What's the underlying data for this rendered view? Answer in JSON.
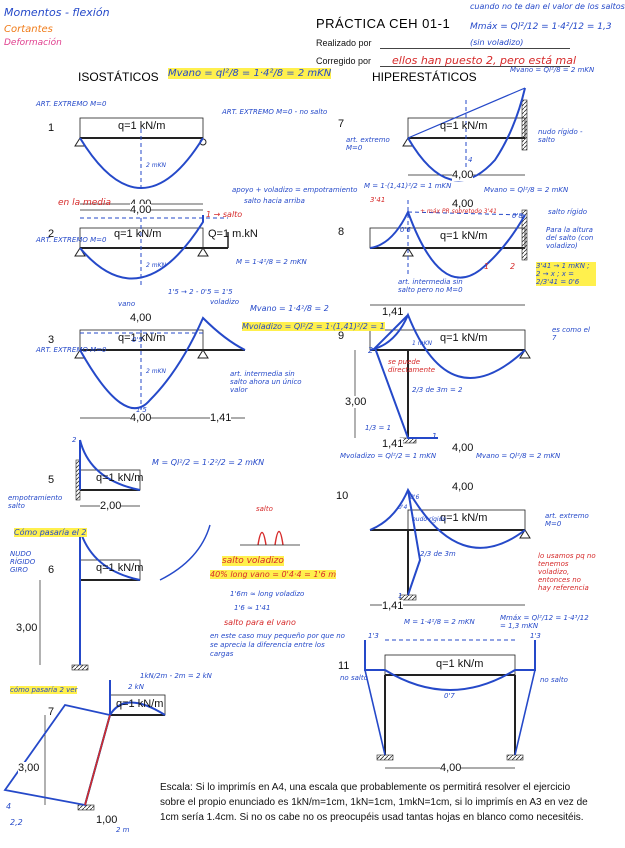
{
  "legend": {
    "moments": "Momentos - flexión",
    "shear": "Cortantes",
    "deformation": "Deformación"
  },
  "header": {
    "title": "PRÁCTICA CEH 01-1",
    "done_by": "Realizado por",
    "corrected_by": "Corregido por",
    "corrector_note": "ellos han puesto 2, pero está mal",
    "top_note": "cuando no te dan el valor de los saltos",
    "top_formula": "Mmáx = Ql²/12 = 1·4²/12 = 1,3",
    "top_formula_sub": "(sin voladizo)"
  },
  "sections": {
    "left": "ISOSTÁTICOS",
    "right": "HIPERESTÁTICOS",
    "left_formula": "Mvano = ql²/8 = 1·4²/8 = 2 mKN"
  },
  "problems": {
    "p1": {
      "num": "1",
      "load": "q=1 kN/m",
      "dim": "4,00",
      "note_left": "ART. EXTREMO M=0",
      "note_right": "ART. EXTREMO M=0 - no salto",
      "moment": "2 mKN"
    },
    "p2": {
      "num": "2",
      "load": "q=1 kN/m",
      "point_load": "Q=1 m.kN",
      "dim": "4,00",
      "note_top": "apoyo + voladizo = empotramiento",
      "note_top2": "salto hacia arriba",
      "note_left": "en la media",
      "note_salto": "1 → salto",
      "formula": "M = 1·4²/8 = 2 mKN",
      "note_bottom": "1'5 → 2 - 0'5 = 1'5",
      "moment": "2 mKN",
      "end_note": "ART. EXTREMO M=0"
    },
    "p3": {
      "num": "3",
      "load": "q=1 kN/m",
      "dim_main": "4,00",
      "dim_cant": "1,41",
      "note_vano": "vano",
      "note_voladizo": "voladizo",
      "f_vano": "Mvano = 1·4²/8 = 2",
      "f_vol": "Mvoladizo = Ql²/2 = 1·(1,41)²/2 = 1",
      "note_art": "art. intermedia sin salto ahora un único valor",
      "moment": "2 mKN",
      "val_05": "0'5",
      "val_15": "1'5",
      "end_note": "ART. EXTREMO M=0"
    },
    "p5": {
      "num": "5",
      "load": "q=1 kN/m",
      "dim": "2,00",
      "note": "empotramiento salto",
      "formula": "M = Ql²/2 = 1·2²/2 = 2 mKN",
      "moment": "2"
    },
    "p6": {
      "num": "6",
      "load": "q=1 kN/m",
      "dim": "3,00",
      "note_top": "Cómo pasaría el 2",
      "note_left": "NUDO RÍGIDO GIRO"
    },
    "p7a": {
      "num": "7",
      "load": "q=1 kN/m",
      "dim_h": "3,00",
      "dim_b": "1,00",
      "dim_w": "2 m",
      "note_top": "cómo pasaría 2 ver",
      "f": "1kN/2m - 2m = 2 kN",
      "val1": "4",
      "val2": "2,2",
      "val3": "2 kN"
    },
    "p7": {
      "num": "7",
      "load": "q=1 kN/m",
      "dim": "4,00",
      "note_left": "art. extremo M=0",
      "note_right": "nudo rígido - salto",
      "f": "Mvano = Ql²/8 = 2 mKN",
      "val": "4"
    },
    "p8": {
      "num": "8",
      "load": "q=1 kN/m",
      "dim_main": "4,00",
      "dim_cant": "1,41",
      "f_m": "M = 1·(1,41)²/2 = 1 mKN",
      "f_vano": "Mvano = Ql²/8 = 2 mKN",
      "note_salto": "salto rígido",
      "note_para": "Para la altura del salto (con voladizo)",
      "note_rule": "3'41 → 1 mKN ; 2 → x ; x = 2/3'41 = 0'6",
      "note_art": "art. intermedia sin salto pero no M=0",
      "val_06": "0'6",
      "val_1": "1",
      "val_2": "2",
      "val_08": "0'8",
      "val_341": "3'41",
      "val_max": "+ máx PR sobretodo 3'41"
    },
    "p9": {
      "num": "9",
      "load": "q=1 kN/m",
      "dim_h": "3,00",
      "dim_w": "4,00",
      "dim_cant": "1,41",
      "note_right": "es como el 7",
      "note_arrow": "se puede directamente",
      "f_vol": "Mvoladizo = Ql²/2 = 1 mKN",
      "f_vano": "Mvano = Ql²/8 = 2 mKN",
      "val_m": "1 mKN",
      "val_2_3": "2/3 de 3m = 2",
      "val_1_3": "1/3 = 1",
      "val_2": "2",
      "val_1": "1"
    },
    "p10": {
      "num": "10",
      "load": "q=1 kN/m",
      "dim_main": "4,00",
      "dim_cant": "1,41",
      "note_right": "art. extremo M=0",
      "note_red": "lo usamos pq no tenemos voladizo, entonces no hay referencia",
      "note_nudo": "nudo rígido",
      "val_34": "2/3 de 3m",
      "val_1": "1",
      "val_04": "0'4",
      "val_06": "0'6"
    },
    "p11": {
      "num": "11",
      "load": "q=1 kN/m",
      "dim": "4,00",
      "f1": "M = 1·4²/8 = 2 mKN",
      "f2": "Mmáx = Ql²/12 = 1·4³/12 = 1,3 mKN",
      "note_left": "no salto",
      "note_right": "no salto",
      "val_13a": "1'3",
      "val_13b": "1'3",
      "val_07": "0'7"
    },
    "middle": {
      "salto_label": "salto",
      "salto_note": "salto voladizo",
      "salto_40": "40% long vano = 0'4·4 = 1'6 m",
      "note_1": "1'6m ≈ long voladizo",
      "note_2": "1'6 ≈ 1'41",
      "note_3": "salto para el vano",
      "note_4": "en este caso muy pequeño por que no se aprecia la diferencia entre los cargas"
    }
  },
  "footer": {
    "text": "Escala: Si lo imprimís en A4, una escala que probablemente os permitirá resolver el ejercicio sobre el propio enunciado es 1kN/m=1cm, 1kN=1cm, 1mkN=1cm, si lo imprimís en A3 en vez de 1cm sería 1.4cm. Si no os cabe no os preocupéis usad tantas hojas en blanco como necesitéis."
  },
  "colors": {
    "ink_blue": "#2549c9",
    "ink_red": "#d62a2a",
    "ink_orange": "#f07c1a",
    "ink_pink": "#e0408f",
    "highlight": "#fff04d"
  }
}
